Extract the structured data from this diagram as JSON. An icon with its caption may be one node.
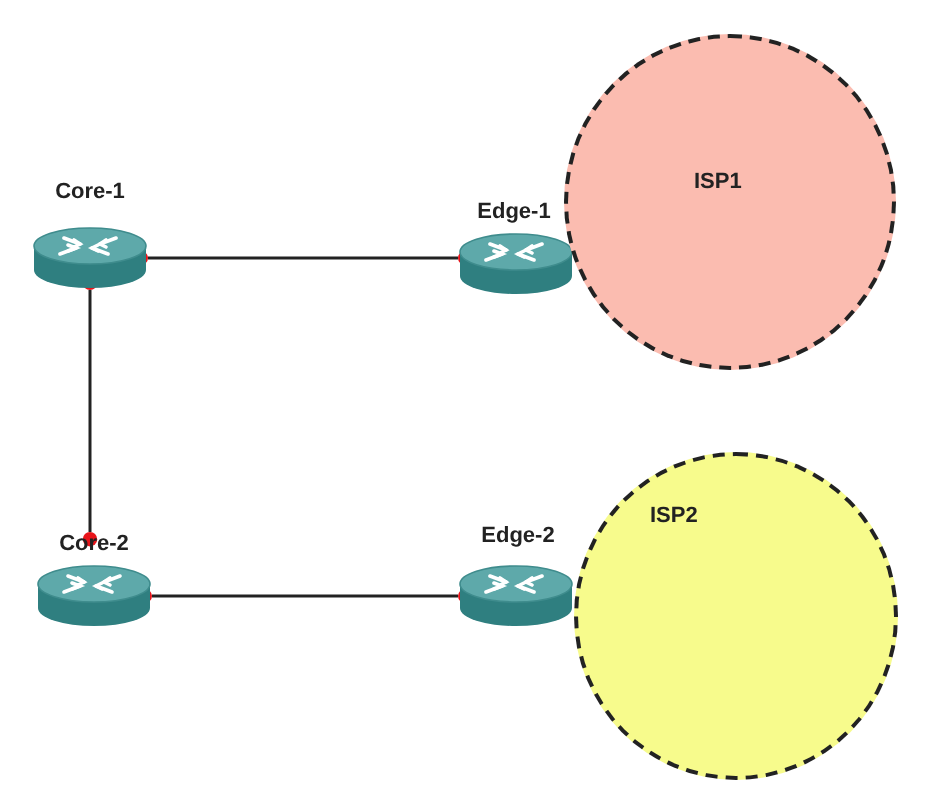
{
  "diagram": {
    "nodes": [
      {
        "text": [
          "Core-1"
        ]
      },
      {
        "text": [
          "Edge-1"
        ]
      },
      {
        "text": [
          "ISP1"
        ]
      },
      {
        "text": [
          "Core-2"
        ]
      },
      {
        "text": [
          "Edge-2"
        ]
      },
      {
        "text": [
          "ISP2"
        ]
      }
    ],
    "edges": [
      {
        "from": 0,
        "to": 1,
        "arrow": "other"
      },
      {
        "from": 0,
        "to": 3,
        "arrow": "other"
      },
      {
        "from": 3,
        "to": 4,
        "arrow": "other"
      }
    ]
  }
}
